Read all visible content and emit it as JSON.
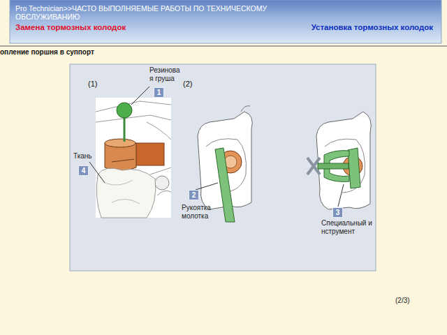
{
  "diagram": {
    "title": "Pro Technician>>ЧАСТО ВЫПОЛНЯЕМЫЕ РАБОТЫ ПО ТЕХНИЧЕСКОМУ ОБСЛУЖИВАНИЮ",
    "labels": [
      "Замена тормозных колодок",
      "Установка тормозных колодок",
      "опление поршня в суппорт",
      "Резиновая груша",
      "(1)",
      "(2)",
      "1",
      "Ткань",
      "4",
      "2",
      "Рукоятка молотка",
      "3",
      "Специальный инструмент",
      "(2/3)"
    ]
  }
}
